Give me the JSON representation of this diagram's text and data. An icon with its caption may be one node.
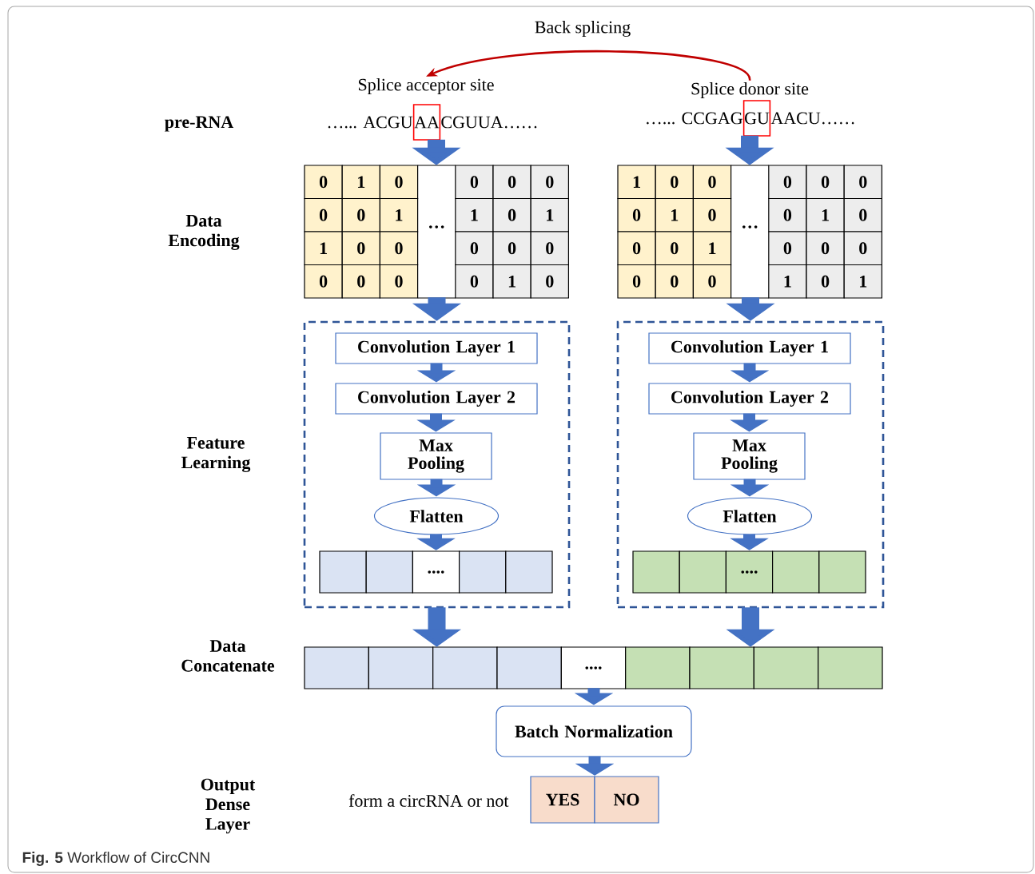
{
  "diagram": {
    "caption": "**Fig. 5** Workflow of CircCNN",
    "nodes": [
      {
        "text": [
          "Splice acceptor site"
        ]
      },
      {
        "text": [
          "Splice donor site"
        ]
      },
      {
        "text": [
          "AA"
        ],
        "beside": [
          "…... ACGU",
          "CGUUA……"
        ]
      },
      {
        "text": [
          "GU"
        ],
        "beside": [
          "…... CCGAG",
          "AACU……"
        ]
      },
      {
        "text": [
          "0",
          "1",
          "0",
          "0",
          "0",
          "0",
          "0",
          "0",
          "1",
          "1",
          "0",
          "1",
          "1",
          "0",
          "0",
          "0",
          "0",
          "0",
          "0",
          "0",
          "0",
          "0",
          "1",
          "0",
          "…"
        ]
      },
      {
        "text": [
          "1",
          "0",
          "0",
          "0",
          "0",
          "0",
          "0",
          "1",
          "0",
          "0",
          "1",
          "0",
          "0",
          "0",
          "1",
          "0",
          "0",
          "0",
          "0",
          "0",
          "0",
          "1",
          "0",
          "1",
          "…"
        ]
      },
      {
        "text": [],
        "shape": "box"
      },
      {
        "text": [
          "Convolution Layer 1"
        ],
        "in": 6
      },
      {
        "text": [
          "Convolution Layer 2"
        ],
        "in": 6
      },
      {
        "text": [
          "Max Pooling"
        ],
        "in": 6
      },
      {
        "text": [
          "Flatten"
        ],
        "in": 6
      },
      {
        "text": [
          "...."
        ],
        "in": 6
      },
      {
        "text": [],
        "shape": "box"
      },
      {
        "text": [
          "Convolution Layer 1"
        ],
        "in": 12
      },
      {
        "text": [
          "Convolution Layer 2"
        ],
        "in": 12
      },
      {
        "text": [
          "Max Pooling"
        ],
        "in": 12
      },
      {
        "text": [
          "Flatten"
        ],
        "in": 12
      },
      {
        "text": [
          "...."
        ],
        "in": 12
      },
      {
        "text": [
          "...."
        ]
      },
      {
        "text": [
          "Batch Normalization"
        ]
      },
      {
        "text": [
          "YES",
          "NO"
        ],
        "beside": [
          "form a circRNA or not"
        ]
      }
    ],
    "edges": [
      {
        "from": 1,
        "to": 0,
        "arrow": "to",
        "label": "Back splicing",
        "color": "#c00000"
      },
      {
        "from": 2,
        "to": 4,
        "arrow": "to"
      },
      {
        "from": 3,
        "to": 5,
        "arrow": "to"
      },
      {
        "from": 4,
        "to": 6,
        "arrow": "to"
      },
      {
        "from": 5,
        "to": 12,
        "arrow": "to"
      },
      {
        "from": 7,
        "to": 8,
        "arrow": "to"
      },
      {
        "from": 8,
        "to": 9,
        "arrow": "to"
      },
      {
        "from": 9,
        "to": 10,
        "arrow": "to"
      },
      {
        "from": 10,
        "to": 11,
        "arrow": "to"
      },
      {
        "from": 13,
        "to": 14,
        "arrow": "to"
      },
      {
        "from": 14,
        "to": 15,
        "arrow": "to"
      },
      {
        "from": 15,
        "to": 16,
        "arrow": "to"
      },
      {
        "from": 16,
        "to": 17,
        "arrow": "to"
      },
      {
        "from": 6,
        "to": 18,
        "arrow": "to"
      },
      {
        "from": 12,
        "to": 18,
        "arrow": "to"
      },
      {
        "from": 18,
        "to": 19,
        "arrow": "to"
      },
      {
        "from": 19,
        "to": 20,
        "arrow": "to"
      }
    ],
    "labels": [
      "pre-RNA",
      "Data Encoding",
      "Feature Learning",
      "Data Concatenate",
      "Output Dense Layer"
    ]
  }
}
